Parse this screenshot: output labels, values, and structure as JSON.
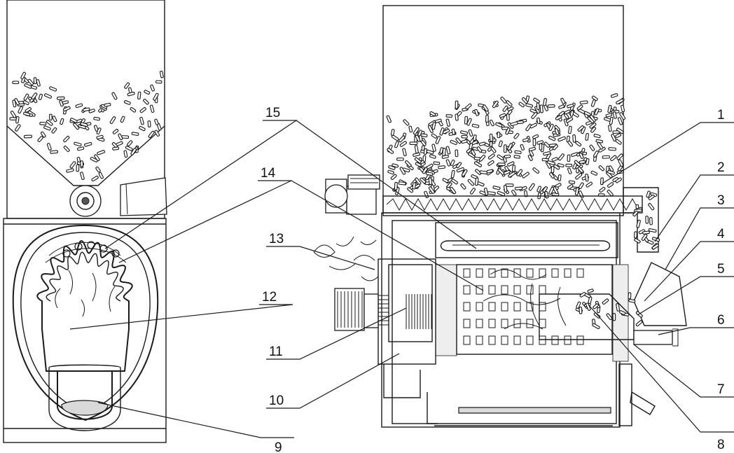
{
  "callouts": [
    {
      "id": "1",
      "text": "1"
    },
    {
      "id": "2",
      "text": "2"
    },
    {
      "id": "3",
      "text": "3"
    },
    {
      "id": "4",
      "text": "4"
    },
    {
      "id": "5",
      "text": "5"
    },
    {
      "id": "6",
      "text": "6"
    },
    {
      "id": "7",
      "text": "7"
    },
    {
      "id": "8",
      "text": "8"
    },
    {
      "id": "9",
      "text": "9"
    },
    {
      "id": "10",
      "text": "10"
    },
    {
      "id": "11",
      "text": "11"
    },
    {
      "id": "12",
      "text": "12"
    },
    {
      "id": "13",
      "text": "13"
    },
    {
      "id": "14",
      "text": "14"
    },
    {
      "id": "15",
      "text": "15"
    }
  ],
  "colors": {
    "line": "#1a1a1a",
    "background": "#ffffff",
    "ash": "#d9d9d9"
  }
}
